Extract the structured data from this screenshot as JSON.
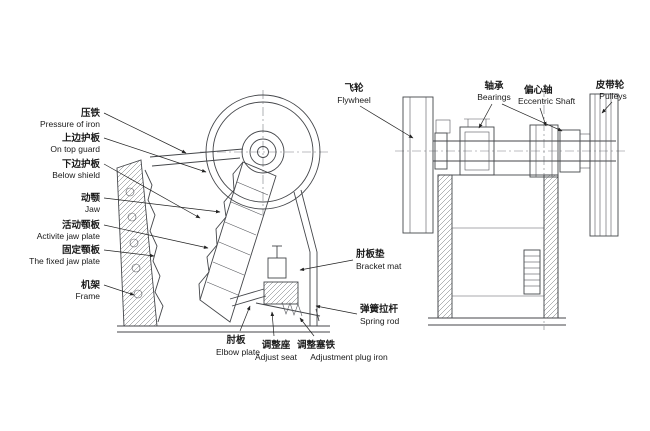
{
  "page": {
    "background": "#ffffff",
    "ink_color": "#44464a",
    "label_color": "#1a1a1a"
  },
  "diagram": {
    "views": [
      {
        "id": "left-view",
        "desc_parts": [
          "flywheel-front",
          "fixed-jaw-wall",
          "movable-jaw",
          "toggle-mechanism"
        ]
      },
      {
        "id": "right-view",
        "desc_parts": [
          "flywheel-side",
          "main-shaft",
          "bearings",
          "eccentric",
          "pulleys",
          "housing"
        ]
      }
    ]
  },
  "labels": [
    {
      "id": "pressure-iron",
      "zh": "压铁",
      "en": "Pressure of iron"
    },
    {
      "id": "top-guard",
      "zh": "上边护板",
      "en": "On top guard"
    },
    {
      "id": "below-shield",
      "zh": "下边护板",
      "en": "Below shield"
    },
    {
      "id": "movable-jaw",
      "zh": "动颚",
      "en": "Jaw"
    },
    {
      "id": "movable-jaw-plate",
      "zh": "活动颚板",
      "en": "Activite jaw plate"
    },
    {
      "id": "fixed-jaw-plate",
      "zh": "固定颚板",
      "en": "The fixed jaw plate"
    },
    {
      "id": "frame",
      "zh": "机架",
      "en": "Frame"
    },
    {
      "id": "elbow-plate",
      "zh": "肘板",
      "en": "Elbow plate"
    },
    {
      "id": "adjust-seat",
      "zh": "调整座",
      "en": "Adjust seat"
    },
    {
      "id": "adjustment-plug-iron",
      "zh": "调整塞铁",
      "en": "Adjustment plug iron"
    },
    {
      "id": "bracket-mat",
      "zh": "肘板垫",
      "en": "Bracket mat"
    },
    {
      "id": "spring-rod",
      "zh": "弹簧拉杆",
      "en": "Spring rod"
    },
    {
      "id": "flywheel",
      "zh": "飞轮",
      "en": "Flywheel"
    },
    {
      "id": "bearings",
      "zh": "轴承",
      "en": "Bearings"
    },
    {
      "id": "eccentric-shaft",
      "zh": "偏心轴",
      "en": "Eccentric Shaft"
    },
    {
      "id": "pulleys",
      "zh": "皮带轮",
      "en": "Pulleys"
    }
  ]
}
